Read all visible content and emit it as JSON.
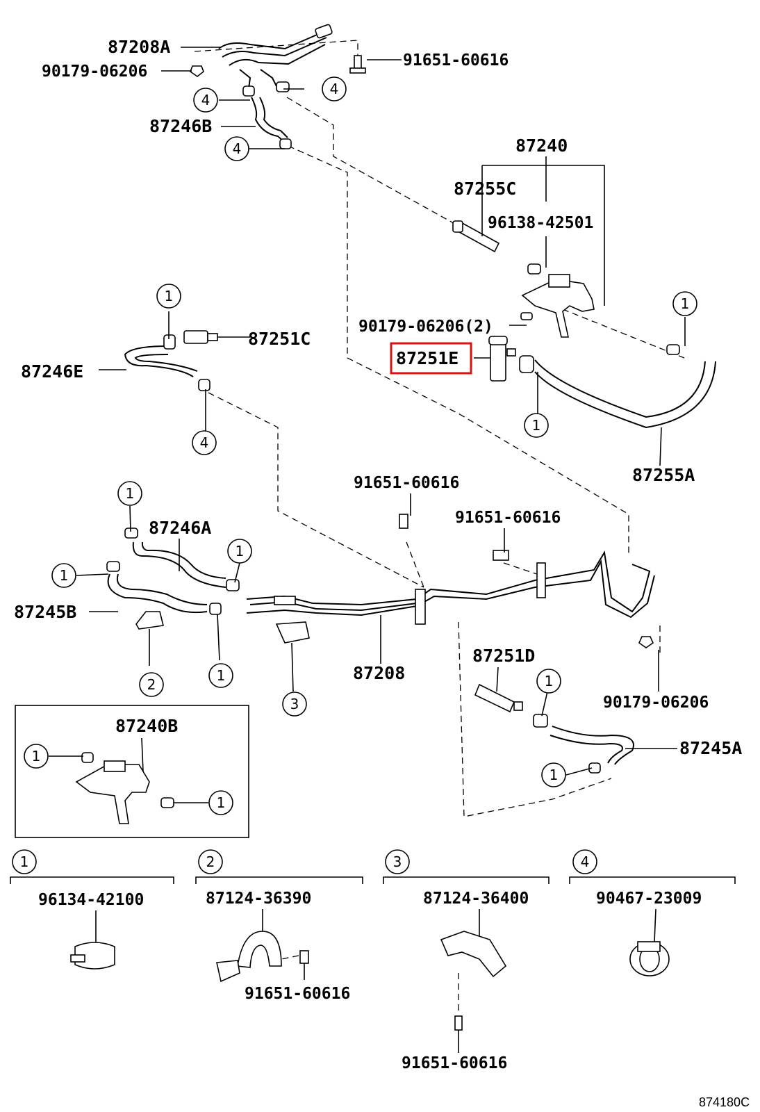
{
  "parts": {
    "p87208A": "87208A",
    "p90179_06206_top": "90179-06206",
    "p91651_60616_top": "91651-60616",
    "p87246B": "87246B",
    "p87240": "87240",
    "p87255C": "87255C",
    "p96138_42501": "96138-42501",
    "p90179_06206_2": "90179-06206(2)",
    "p87251C": "87251C",
    "p87246E": "87246E",
    "p87251E": "87251E",
    "p87255A": "87255A",
    "p91651_60616_mid1": "91651-60616",
    "p91651_60616_mid2": "91651-60616",
    "p87246A": "87246A",
    "p87245B": "87245B",
    "p87208": "87208",
    "p87251D": "87251D",
    "p90179_06206_right": "90179-06206",
    "p87245A": "87245A",
    "p87240B": "87240B"
  },
  "callouts": {
    "c1": "1",
    "c2": "2",
    "c3": "3",
    "c4": "4"
  },
  "legend": [
    {
      "num": "1",
      "part": "96134-42100"
    },
    {
      "num": "2",
      "part": "87124-36390",
      "sub": "91651-60616"
    },
    {
      "num": "3",
      "part": "87124-36400",
      "sub": "91651-60616"
    },
    {
      "num": "4",
      "part": "90467-23009"
    }
  ],
  "catalog_code": "874180C",
  "highlight_color": "#e01010"
}
